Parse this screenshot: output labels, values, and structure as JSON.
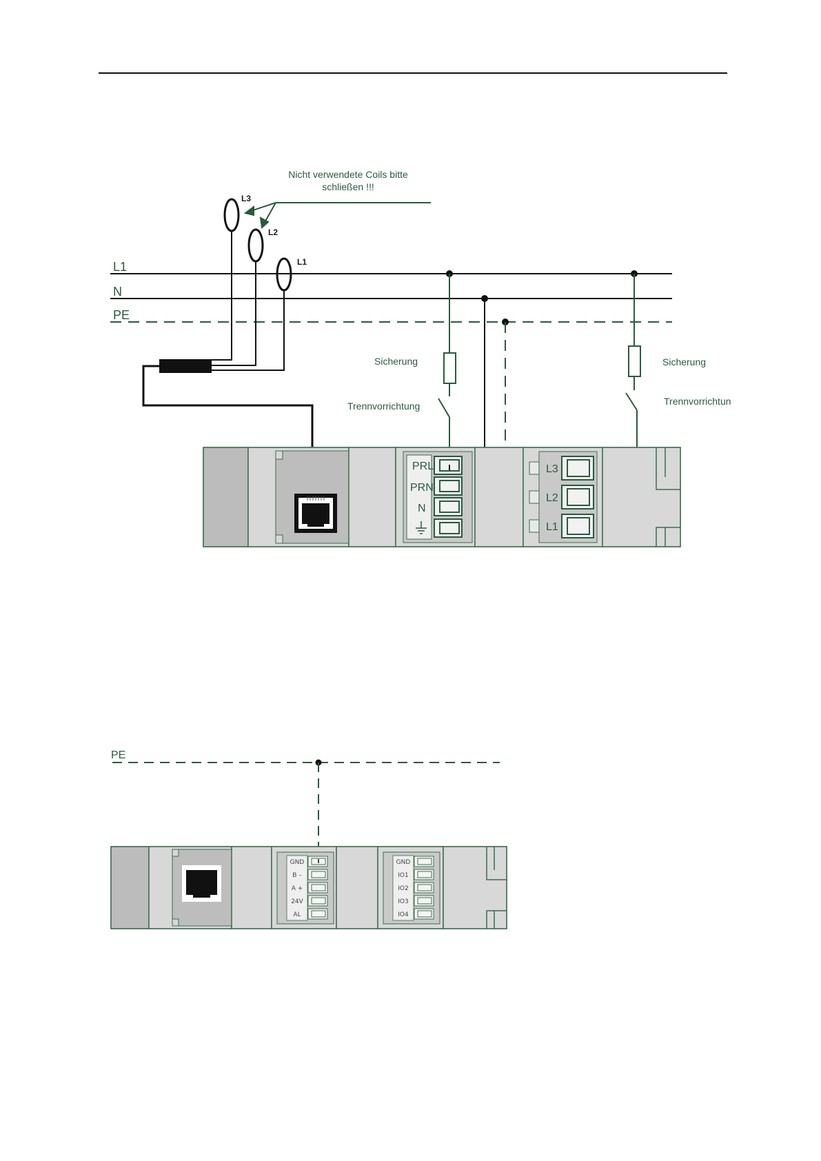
{
  "colors": {
    "wire_green": "#2a5a3c",
    "wire_black": "#111111",
    "device_fill": "#d6d6d6",
    "device_dark": "#b8b8b8",
    "device_stroke": "#3e6a4c",
    "rule": "#111111"
  },
  "diagram1": {
    "note_line1": "Nicht verwendete Coils bitte",
    "note_line2": "schließen !!!",
    "coils": {
      "l3": "L3",
      "l2": "L2",
      "l1": "L1"
    },
    "lines": {
      "l1": "L1",
      "n": "N",
      "pe": "PE"
    },
    "left_fuse_label": "Sicherung",
    "left_switch_label": "Trennvorrichtung",
    "right_fuse_label": "Sicherung",
    "right_switch_label": "Trennvorrichtun",
    "terminals_a": {
      "prl": "PRL",
      "prn": "PRN",
      "n": "N",
      "ground_icon": "ground-icon"
    },
    "terminals_b": {
      "l3": "L3",
      "l2": "L2",
      "l1": "L1"
    },
    "connector_icon": "rj45-port-icon"
  },
  "diagram2": {
    "line_pe": "PE",
    "terminals_a": {
      "gnd": "GND",
      "bminus": "B –",
      "aplus": "A +",
      "v24": "24V",
      "al": "AL"
    },
    "terminals_b": {
      "gnd": "GND",
      "io1": "IO1",
      "io2": "IO2",
      "io3": "IO3",
      "io4": "IO4"
    },
    "connector_icon": "rj45-port-icon"
  }
}
